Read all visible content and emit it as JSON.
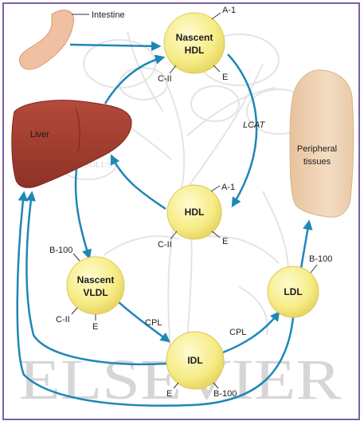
{
  "watermark": {
    "publisher": "ELSEVIER",
    "seal_text": "NON SOLUS"
  },
  "organs": {
    "intestine": "Intestine",
    "liver": "Liver",
    "peripheral_line1": "Peripheral",
    "peripheral_line2": "tissues"
  },
  "particles": {
    "nascent_hdl": {
      "line1": "Nascent",
      "line2": "HDL",
      "apo_top": "A-1",
      "apo_left": "C-II",
      "apo_right": "E"
    },
    "hdl": {
      "name": "HDL",
      "apo_top": "A-1",
      "apo_left": "C-II",
      "apo_right": "E"
    },
    "nascent_vldl": {
      "line1": "Nascent",
      "line2": "VLDL",
      "apo_top": "B-100",
      "apo_left": "C-II",
      "apo_right": "E"
    },
    "idl": {
      "name": "IDL",
      "apo_left": "E",
      "apo_right": "B-100"
    },
    "ldl": {
      "name": "LDL",
      "apo_top": "B-100"
    }
  },
  "enzymes": {
    "lcat": "LCAT",
    "cpl_vldl": "CPL",
    "cpl_idl": "CPL"
  },
  "colors": {
    "arrow": "#1f86b7",
    "particle_fill": "#f7ee8c",
    "liver": "#9c3b2f",
    "intestine": "#f1bfa2",
    "peripheral": "#efd3b4",
    "frame": "#7b5fa8"
  }
}
